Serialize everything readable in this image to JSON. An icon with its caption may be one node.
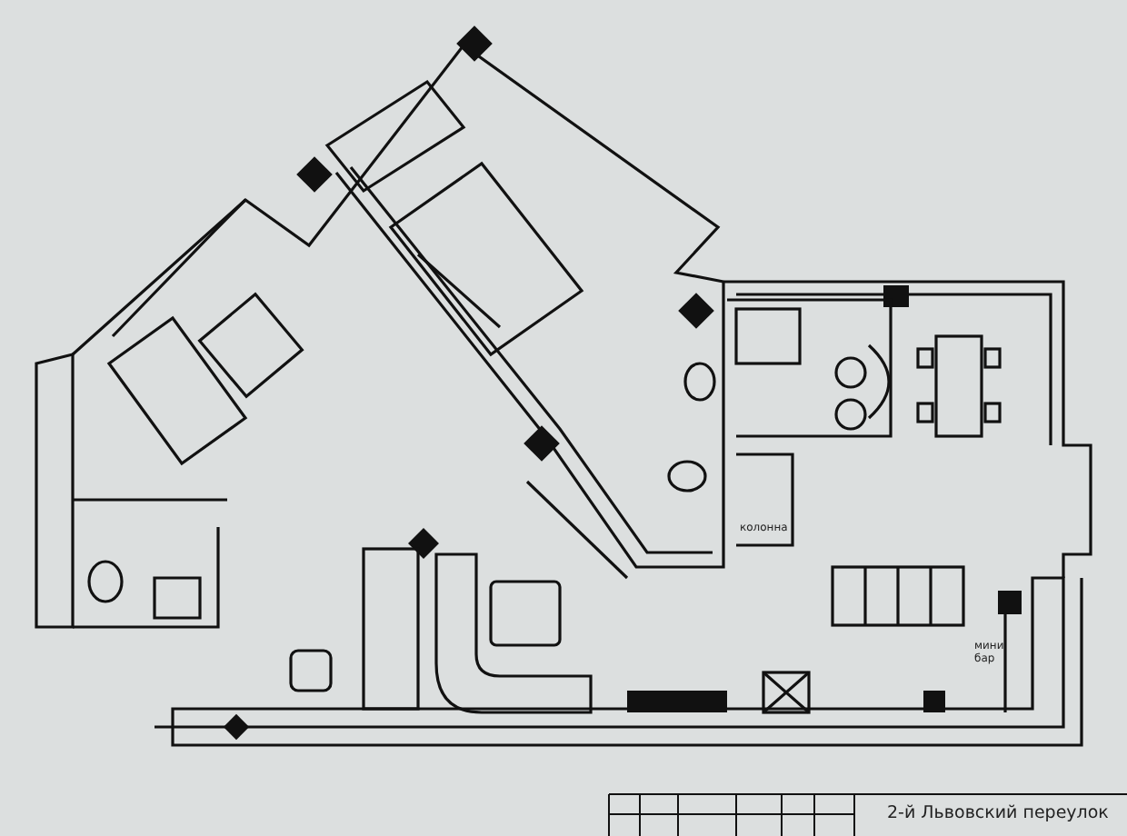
{
  "diagram": {
    "labels": [
      "колонна",
      "мини бар",
      "2-й Львовский переулок"
    ]
  }
}
